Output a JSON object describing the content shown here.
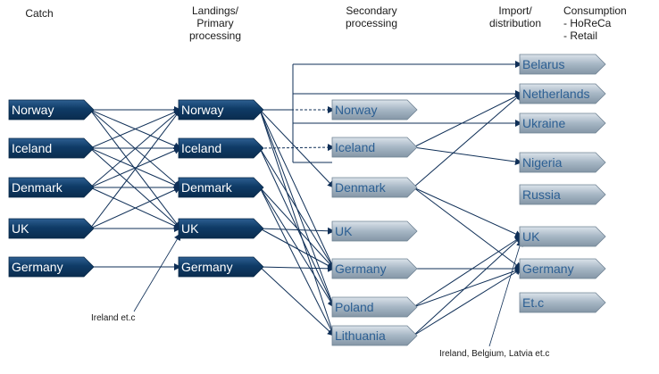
{
  "headers": {
    "catch": "Catch",
    "landings": "Landings/\nPrimary\nprocessing",
    "secondary": "Secondary\nprocessing",
    "import": "Import/\ndistribution",
    "consumption": "Consumption\n-   HoReCa\n-   Retail"
  },
  "notes": {
    "left": "Ireland et.c",
    "right": "Ireland, Belgium, Latvia et.c"
  },
  "catch_nodes": [
    {
      "id": "c-norway",
      "label": "Norway"
    },
    {
      "id": "c-iceland",
      "label": "Iceland"
    },
    {
      "id": "c-denmark",
      "label": "Denmark"
    },
    {
      "id": "c-uk",
      "label": "UK"
    },
    {
      "id": "c-germany",
      "label": "Germany"
    }
  ],
  "landing_nodes": [
    {
      "id": "l-norway",
      "label": "Norway"
    },
    {
      "id": "l-iceland",
      "label": "Iceland"
    },
    {
      "id": "l-denmark",
      "label": "Denmark"
    },
    {
      "id": "l-uk",
      "label": "UK"
    },
    {
      "id": "l-germany",
      "label": "Germany"
    }
  ],
  "secondary_nodes": [
    {
      "id": "s-norway",
      "label": "Norway"
    },
    {
      "id": "s-iceland",
      "label": "Iceland"
    },
    {
      "id": "s-denmark",
      "label": "Denmark"
    },
    {
      "id": "s-uk",
      "label": "UK"
    },
    {
      "id": "s-germany",
      "label": "Germany"
    },
    {
      "id": "s-poland",
      "label": "Poland"
    },
    {
      "id": "s-lithuania",
      "label": "Lithuania"
    }
  ],
  "consumption_nodes": [
    {
      "id": "k-belarus",
      "label": "Belarus"
    },
    {
      "id": "k-netherlands",
      "label": "Netherlands"
    },
    {
      "id": "k-ukraine",
      "label": "Ukraine"
    },
    {
      "id": "k-nigeria",
      "label": "Nigeria"
    },
    {
      "id": "k-russia",
      "label": "Russia"
    },
    {
      "id": "k-uk",
      "label": "UK"
    },
    {
      "id": "k-germany",
      "label": "Germany"
    },
    {
      "id": "k-etc",
      "label": "Et.c"
    }
  ],
  "colors": {
    "dark_node": "#0f3b66",
    "dark_node_top": "#2d5f92",
    "light_node": "#a6b6c4",
    "light_node_top": "#dbe3ea",
    "light_text": "#2c5f93",
    "edge": "#0f2f57"
  },
  "edges": [
    [
      "c-norway",
      "l-norway"
    ],
    [
      "c-norway",
      "l-iceland"
    ],
    [
      "c-norway",
      "l-denmark"
    ],
    [
      "c-norway",
      "l-uk"
    ],
    [
      "c-iceland",
      "l-iceland"
    ],
    [
      "c-iceland",
      "l-denmark"
    ],
    [
      "c-iceland",
      "l-uk"
    ],
    [
      "c-iceland",
      "l-norway"
    ],
    [
      "c-denmark",
      "l-denmark"
    ],
    [
      "c-denmark",
      "l-norway"
    ],
    [
      "c-denmark",
      "l-iceland"
    ],
    [
      "c-denmark",
      "l-uk"
    ],
    [
      "c-uk",
      "l-uk"
    ],
    [
      "c-uk",
      "l-norway"
    ],
    [
      "c-uk",
      "l-denmark"
    ],
    [
      "c-germany",
      "l-germany"
    ],
    [
      "l-norway",
      "s-norway",
      "dashed"
    ],
    [
      "l-norway",
      "s-denmark"
    ],
    [
      "l-norway",
      "s-germany"
    ],
    [
      "l-norway",
      "s-poland"
    ],
    [
      "l-norway",
      "s-lithuania"
    ],
    [
      "l-iceland",
      "s-iceland",
      "dashed"
    ],
    [
      "l-iceland",
      "s-germany"
    ],
    [
      "l-iceland",
      "s-poland"
    ],
    [
      "l-denmark",
      "s-germany"
    ],
    [
      "l-denmark",
      "s-poland"
    ],
    [
      "l-denmark",
      "s-lithuania"
    ],
    [
      "l-uk",
      "s-uk"
    ],
    [
      "l-uk",
      "s-germany"
    ],
    [
      "l-germany",
      "s-germany"
    ],
    [
      "l-germany",
      "s-lithuania"
    ],
    [
      "s-iceland",
      "k-netherlands"
    ],
    [
      "s-iceland",
      "k-nigeria"
    ],
    [
      "s-denmark",
      "k-netherlands"
    ],
    [
      "s-denmark",
      "k-uk"
    ],
    [
      "s-denmark",
      "k-germany"
    ],
    [
      "s-germany",
      "k-germany"
    ],
    [
      "s-poland",
      "k-uk"
    ],
    [
      "s-poland",
      "k-germany"
    ],
    [
      "s-lithuania",
      "k-uk"
    ],
    [
      "s-lithuania",
      "k-germany"
    ]
  ]
}
